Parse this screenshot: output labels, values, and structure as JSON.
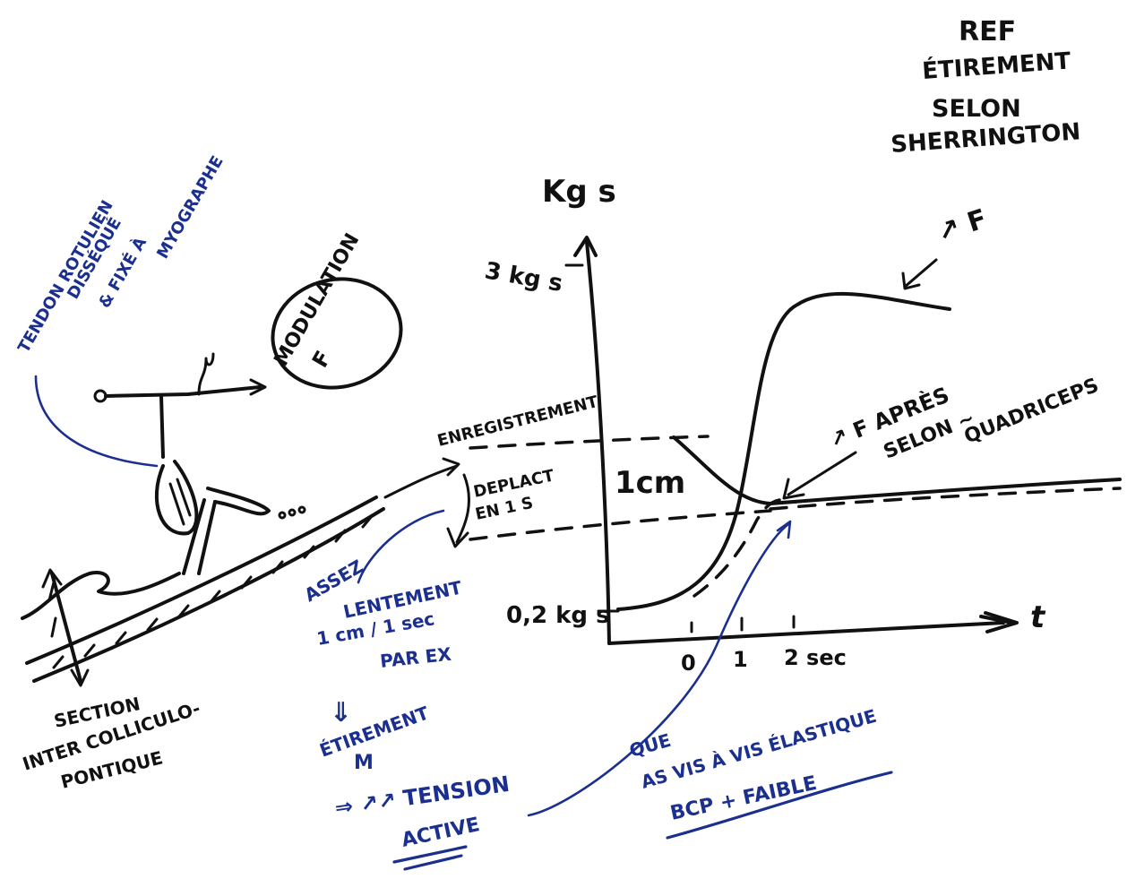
{
  "title": {
    "line1": "REF",
    "line2": "ÉTIREMENT",
    "line3": "SELON",
    "line4": "SHERRINGTON"
  },
  "graph": {
    "y_unit": "Kg s",
    "y_top_tick": "3 kg s",
    "y_low_tick": "0,2 kg s",
    "x_label": "t",
    "x_tick_0": "0",
    "x_tick_1": "1",
    "x_tick_2": "2 sec",
    "inset_label": "1cm",
    "force_up_label": "↗ F",
    "force_after_label_1": "↗ F APRÈS",
    "force_after_label_2": "SELON ~",
    "force_after_label_3": "QUADRICEPS"
  },
  "left_sketch": {
    "tendon_line1": "TENDON ROTULIEN",
    "tendon_line2": "DISSÉQUÉ",
    "tendon_line3": "& FIXÉ À",
    "tendon_line4": "MYOGRAPHE",
    "modulation_line1": "MODULATION",
    "modulation_line2": "F",
    "section_line1": "SECTION",
    "section_line2": "INTER COLLICULO-",
    "section_line3": "PONTIQUE",
    "enregistrement": "ENREGISTREMENT",
    "deplacement_line1": "DEPLACT",
    "deplacement_line2": "EN 1 S"
  },
  "notes": {
    "assez_line1": "ASSEZ",
    "assez_line2": "LENTEMENT",
    "assez_line3": "1 cm / 1 sec",
    "assez_line4": "PAR EX",
    "implies": "⇓",
    "etirement_line1": "ÉTIREMENT",
    "etirement_line2": "M",
    "tension_line": "⇒ ↗↗ TENSION",
    "active": "ACTIVE",
    "que_line1": "QUE",
    "que_line2": "AS VIS À VIS ÉLASTIQUE",
    "que_line3": "BCP + FAIBLE"
  },
  "colors": {
    "ink": "#111111",
    "blue_ink": "#1b2f8f",
    "paper": "#ffffff"
  }
}
